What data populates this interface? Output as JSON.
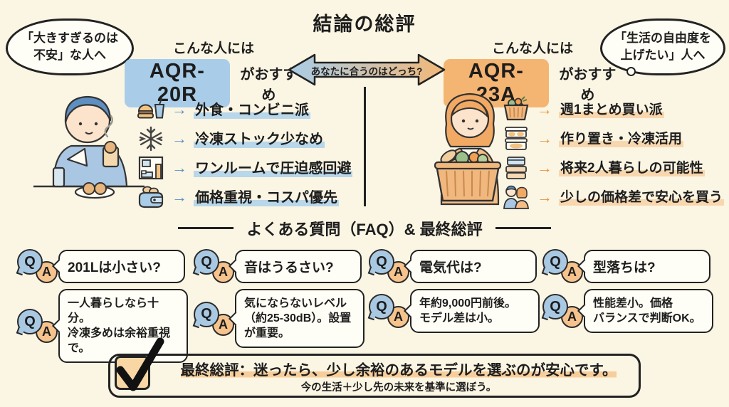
{
  "title": "結論の総評",
  "versus_arrow": {
    "label": "あなたに合うのはどっち?"
  },
  "left": {
    "bubble": "「大きすぎるのは\n不安」な人へ",
    "lead": "こんな人には",
    "model": "AQR-20R",
    "suffix": "がおすすめ",
    "accent": "#A9CDE8",
    "items": [
      {
        "icon": "fastfood-icon",
        "text": "外食・コンビニ派"
      },
      {
        "icon": "snowflake-icon",
        "text": "冷凍ストック少なめ"
      },
      {
        "icon": "oneroom-icon",
        "text": "ワンルームで圧迫感回避"
      },
      {
        "icon": "wallet-icon",
        "text": "価格重視・コスパ優先"
      }
    ]
  },
  "right": {
    "bubble": "「生活の自由度を\n上げたい」人へ",
    "lead": "こんな人には",
    "model": "AQR-23A",
    "suffix": "がおすすめ",
    "accent": "#F5B572",
    "items": [
      {
        "icon": "shopping-basket-icon",
        "text": "週1まとめ買い派"
      },
      {
        "icon": "food-containers-icon",
        "text": "作り置き・冷凍活用"
      },
      {
        "icon": "storage-stack-icon",
        "text": "将来2人暮らしの可能性"
      },
      {
        "icon": "couple-icon",
        "text": "少しの価格差で安心を買う"
      }
    ]
  },
  "faq": {
    "heading": "よくある質問（FAQ）& 最終総評",
    "q_label": "Q",
    "a_label": "A",
    "items": [
      {
        "question": "201Lは小さい?",
        "answer": "一人暮らしなら十分。\n冷凍多めは余裕重視で。"
      },
      {
        "question": "音はうるさい?",
        "answer": "気にならないレベル\n（約25-30dB）。設置\nが重要。"
      },
      {
        "question": "電気代は?",
        "answer": "年約9,000円前後。\nモデル差は小。"
      },
      {
        "question": "型落ちは?",
        "answer": "性能差小。価格\nバランスで判断OK。"
      }
    ]
  },
  "summary": {
    "main": "最終総評：迷ったら、少し余裕のあるモデルを選ぶのが安心です。",
    "sub": "今の生活＋少し先の未来を基準に選ぼう。"
  },
  "colors": {
    "background": "#FBF5E3",
    "blue_accent": "#A9CDE8",
    "orange_accent": "#F5B572",
    "ink": "#1D1D1D"
  }
}
